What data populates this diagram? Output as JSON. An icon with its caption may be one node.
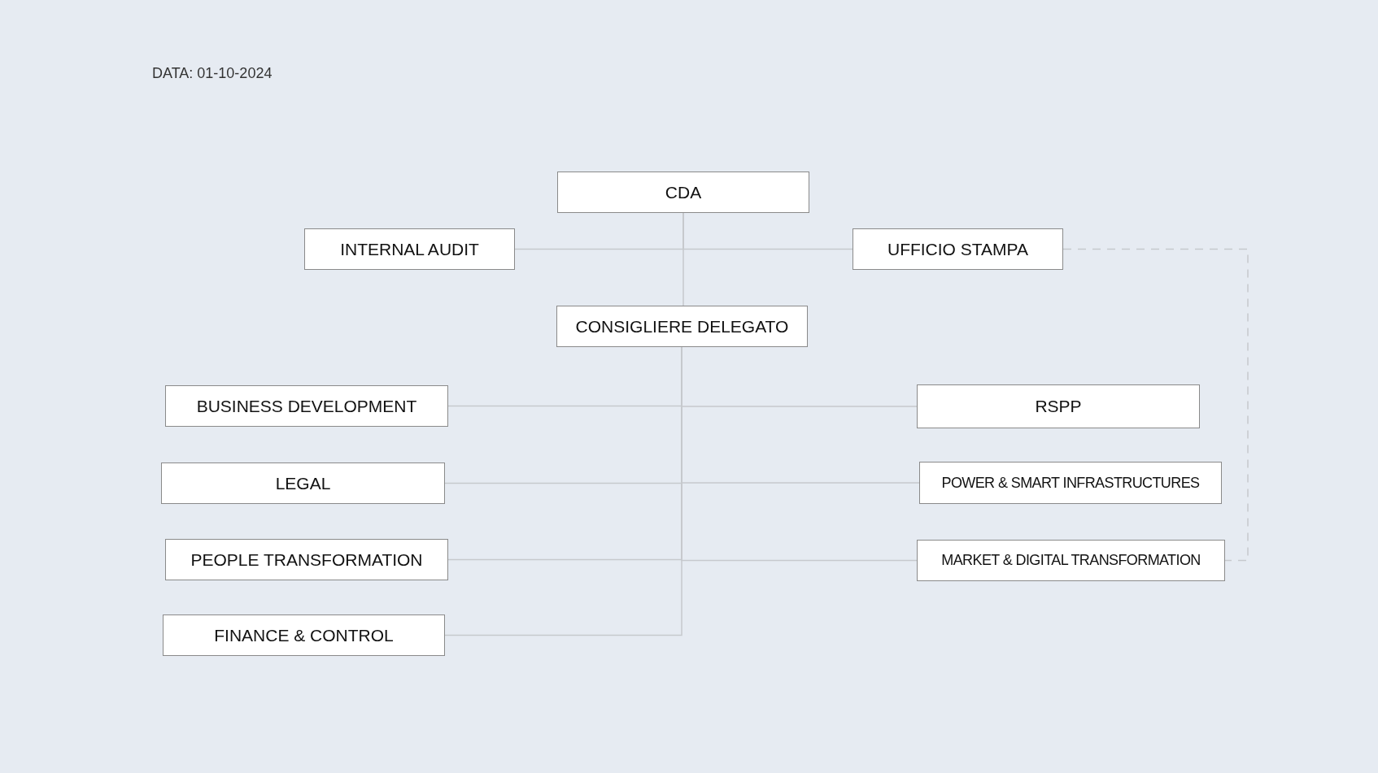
{
  "diagram": {
    "nodes": [
      {
        "text": [
          "CDA"
        ]
      },
      {
        "text": [
          "INTERNAL AUDIT"
        ]
      },
      {
        "text": [
          "UFFICIO STAMPA"
        ]
      },
      {
        "text": [
          "CONSIGLIERE DELEGATO"
        ]
      },
      {
        "text": [
          "BUSINESS DEVELOPMENT"
        ]
      },
      {
        "text": [
          "RSPP"
        ]
      },
      {
        "text": [
          "LEGAL"
        ]
      },
      {
        "text": [
          "POWER & SMART INFRASTRUCTURES"
        ]
      },
      {
        "text": [
          "PEOPLE TRANSFORMATION"
        ]
      },
      {
        "text": [
          "MARKET & DIGITAL TRANSFORMATION"
        ]
      },
      {
        "text": [
          "FINANCE & CONTROL"
        ]
      }
    ],
    "edges": [
      {
        "from": 0,
        "to": 1,
        "arrow": "none"
      },
      {
        "from": 0,
        "to": 2,
        "arrow": "none"
      },
      {
        "from": 0,
        "to": 3,
        "arrow": "none"
      },
      {
        "from": 3,
        "to": 4,
        "arrow": "none"
      },
      {
        "from": 3,
        "to": 5,
        "arrow": "none"
      },
      {
        "from": 3,
        "to": 6,
        "arrow": "none"
      },
      {
        "from": 3,
        "to": 7,
        "arrow": "none"
      },
      {
        "from": 3,
        "to": 8,
        "arrow": "none"
      },
      {
        "from": 3,
        "to": 9,
        "arrow": "none"
      },
      {
        "from": 3,
        "to": 10,
        "arrow": "none"
      },
      {
        "from": 2,
        "to": 9,
        "arrow": "none",
        "style": "dashed"
      }
    ],
    "labels": [
      "DATA: 01-10-2024"
    ]
  }
}
